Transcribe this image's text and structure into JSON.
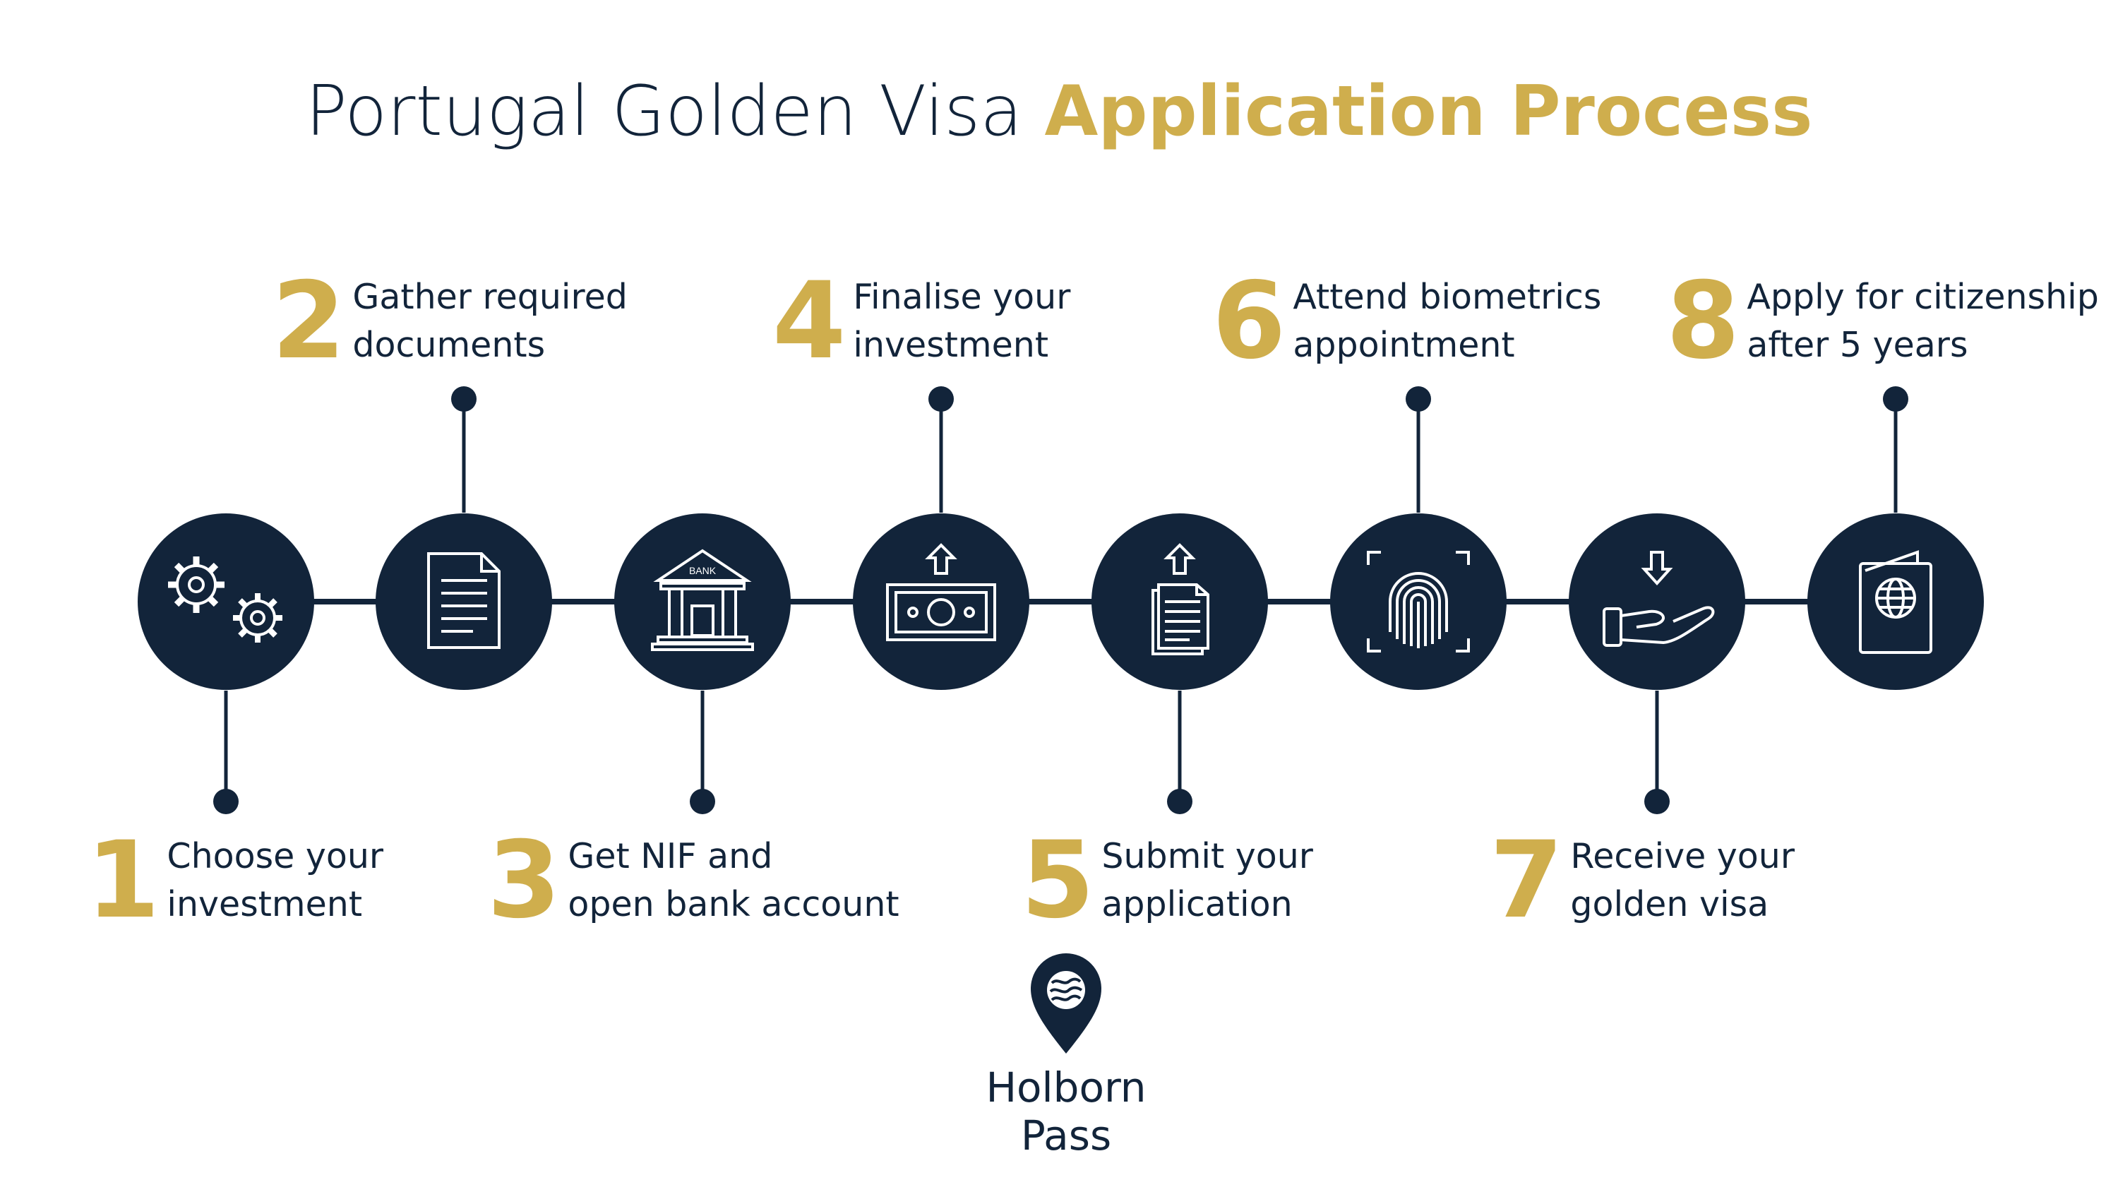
{
  "colors": {
    "navy": "#12243a",
    "gold": "#cfae4d",
    "white": "#ffffff"
  },
  "title": {
    "main": "Portugal Golden Visa ",
    "highlight": "Application Process"
  },
  "steps": [
    {
      "number": "1",
      "line1": "Choose your",
      "line2": "investment",
      "icon": "gears-icon"
    },
    {
      "number": "2",
      "line1": "Gather required",
      "line2": "documents",
      "icon": "document-icon"
    },
    {
      "number": "3",
      "line1": "Get NIF and",
      "line2": "open bank account",
      "icon": "bank-icon",
      "icon_text": "BANK"
    },
    {
      "number": "4",
      "line1": "Finalise your",
      "line2": "investment",
      "icon": "money-upload-icon"
    },
    {
      "number": "5",
      "line1": "Submit your",
      "line2": "application",
      "icon": "submit-documents-icon"
    },
    {
      "number": "6",
      "line1": "Attend biometrics",
      "line2": "appointment",
      "icon": "fingerprint-icon"
    },
    {
      "number": "7",
      "line1": "Receive your",
      "line2": "golden visa",
      "icon": "receive-hand-icon"
    },
    {
      "number": "8",
      "line1": "Apply for citizenship",
      "line2": "after 5 years",
      "icon": "passport-icon"
    }
  ],
  "brand": {
    "line1": "Holborn",
    "line2": "Pass",
    "icon": "location-pin-icon"
  }
}
